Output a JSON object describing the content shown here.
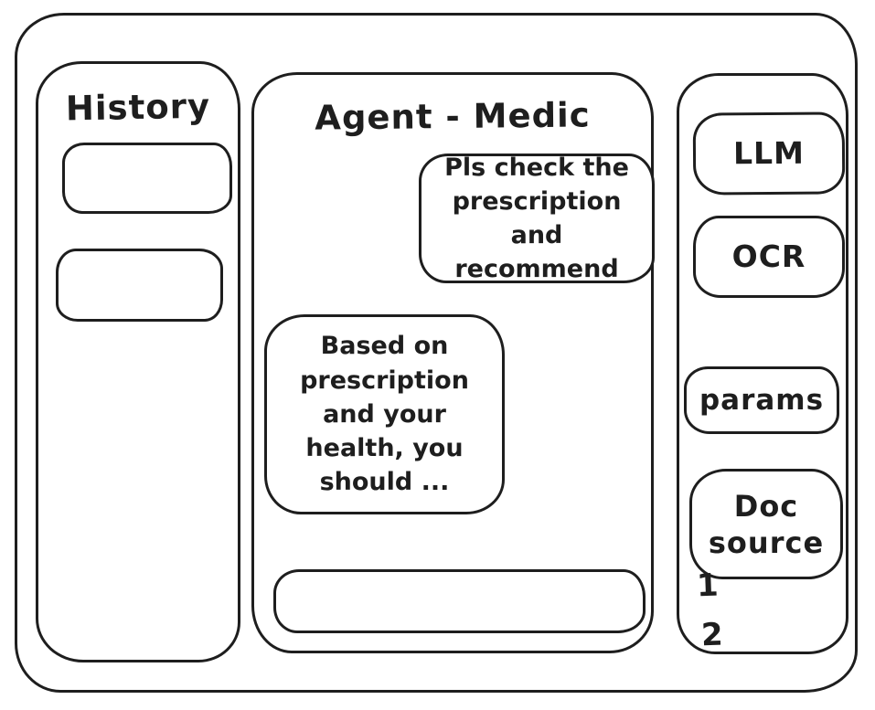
{
  "colors": {
    "ink": "#1e1e1e",
    "background": "#ffffff"
  },
  "history_panel": {
    "title": "History",
    "items": [
      {
        "label": ""
      },
      {
        "label": ""
      }
    ]
  },
  "chat_panel": {
    "title": "Agent - Medic",
    "messages": [
      {
        "role": "user",
        "text": "Pls check the prescription and recommend"
      },
      {
        "role": "agent",
        "text": "Based on prescription and your health, you should ..."
      }
    ],
    "input": {
      "value": "",
      "placeholder": ""
    }
  },
  "tools_panel": {
    "buttons": [
      {
        "label": "LLM"
      },
      {
        "label": "OCR"
      },
      {
        "label": "params"
      },
      {
        "label": "Doc source"
      }
    ],
    "doc_source_items": [
      {
        "label": "1"
      },
      {
        "label": "2"
      }
    ]
  }
}
